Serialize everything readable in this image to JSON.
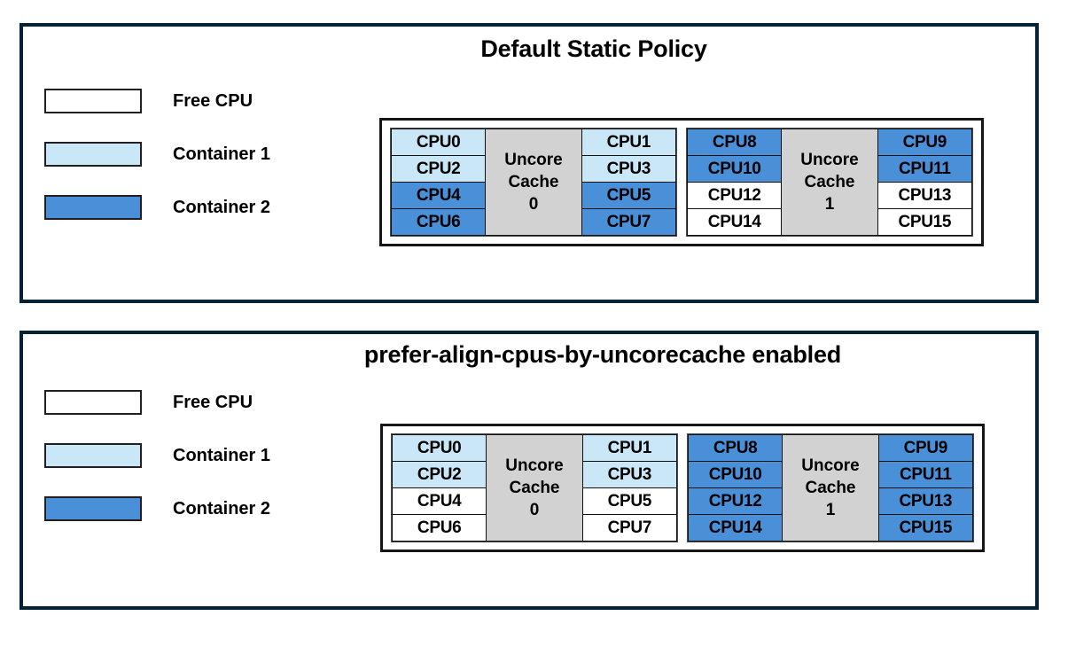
{
  "colors": {
    "free_cpu": "#ffffff",
    "container_1": "#c9e7f6",
    "container_2": "#4a90d9",
    "cache_block": "#d2d2d2",
    "panel_border": "#062336",
    "cell_border": "#111111",
    "text": "#000000"
  },
  "legend": {
    "items": [
      {
        "label": "Free CPU",
        "fill": "#ffffff"
      },
      {
        "label": "Container 1",
        "fill": "#c9e7f6"
      },
      {
        "label": "Container 2",
        "fill": "#4a90d9"
      }
    ]
  },
  "panels": [
    {
      "title": "Default Static Policy",
      "diagram": {
        "groups": [
          {
            "cache_label_line1": "Uncore",
            "cache_label_line2": "Cache",
            "cache_label_line3": "0",
            "left_column": [
              {
                "label": "CPU0",
                "state": "container_1"
              },
              {
                "label": "CPU2",
                "state": "container_1"
              },
              {
                "label": "CPU4",
                "state": "container_2"
              },
              {
                "label": "CPU6",
                "state": "container_2"
              }
            ],
            "right_column": [
              {
                "label": "CPU1",
                "state": "container_1"
              },
              {
                "label": "CPU3",
                "state": "container_1"
              },
              {
                "label": "CPU5",
                "state": "container_2"
              },
              {
                "label": "CPU7",
                "state": "container_2"
              }
            ]
          },
          {
            "cache_label_line1": "Uncore",
            "cache_label_line2": "Cache",
            "cache_label_line3": "1",
            "left_column": [
              {
                "label": "CPU8",
                "state": "container_2"
              },
              {
                "label": "CPU10",
                "state": "container_2"
              },
              {
                "label": "CPU12",
                "state": "free_cpu"
              },
              {
                "label": "CPU14",
                "state": "free_cpu"
              }
            ],
            "right_column": [
              {
                "label": "CPU9",
                "state": "container_2"
              },
              {
                "label": "CPU11",
                "state": "container_2"
              },
              {
                "label": "CPU13",
                "state": "free_cpu"
              },
              {
                "label": "CPU15",
                "state": "free_cpu"
              }
            ]
          }
        ]
      }
    },
    {
      "title": "prefer-align-cpus-by-uncorecache enabled",
      "diagram": {
        "groups": [
          {
            "cache_label_line1": "Uncore",
            "cache_label_line2": "Cache",
            "cache_label_line3": "0",
            "left_column": [
              {
                "label": "CPU0",
                "state": "container_1"
              },
              {
                "label": "CPU2",
                "state": "container_1"
              },
              {
                "label": "CPU4",
                "state": "free_cpu"
              },
              {
                "label": "CPU6",
                "state": "free_cpu"
              }
            ],
            "right_column": [
              {
                "label": "CPU1",
                "state": "container_1"
              },
              {
                "label": "CPU3",
                "state": "container_1"
              },
              {
                "label": "CPU5",
                "state": "free_cpu"
              },
              {
                "label": "CPU7",
                "state": "free_cpu"
              }
            ]
          },
          {
            "cache_label_line1": "Uncore",
            "cache_label_line2": "Cache",
            "cache_label_line3": "1",
            "left_column": [
              {
                "label": "CPU8",
                "state": "container_2"
              },
              {
                "label": "CPU10",
                "state": "container_2"
              },
              {
                "label": "CPU12",
                "state": "container_2"
              },
              {
                "label": "CPU14",
                "state": "container_2"
              }
            ],
            "right_column": [
              {
                "label": "CPU9",
                "state": "container_2"
              },
              {
                "label": "CPU11",
                "state": "container_2"
              },
              {
                "label": "CPU13",
                "state": "container_2"
              },
              {
                "label": "CPU15",
                "state": "container_2"
              }
            ]
          }
        ]
      }
    }
  ]
}
